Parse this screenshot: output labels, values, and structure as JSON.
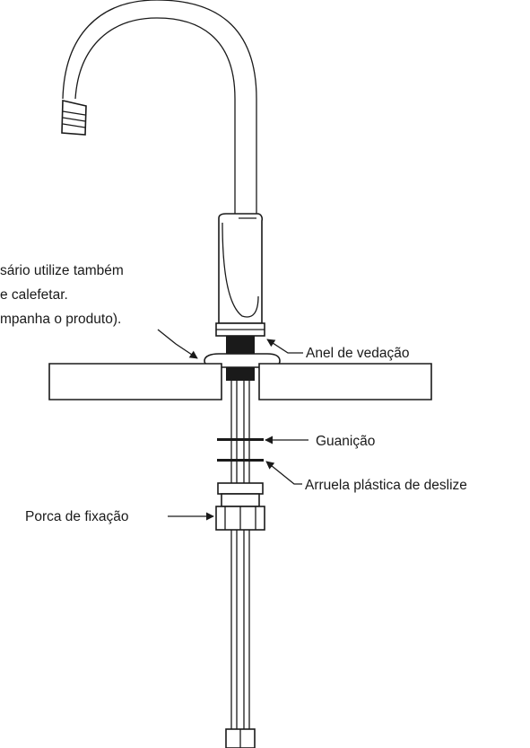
{
  "note": {
    "line1": "sário utilize também",
    "line2": "e calefetar.",
    "line3": "mpanha o produto)."
  },
  "callouts": {
    "anel": "Anel de vedação",
    "guanicao": "Guanição",
    "arruela": "Arruela plástica de deslize",
    "porca": "Porca de fixação"
  }
}
